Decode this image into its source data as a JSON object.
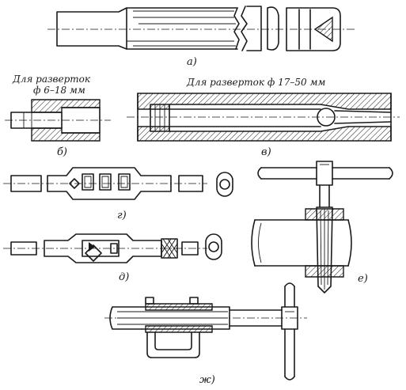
{
  "figure": {
    "captions": {
      "a": "а)",
      "b": "б)",
      "v": "в)",
      "g": "г)",
      "d": "д)",
      "e": "е)",
      "zh": "ж)"
    },
    "notes": {
      "small_reamers_line1": "Для разверток",
      "small_reamers_line2": "ф 6–18 мм",
      "large_reamers": "Для разверток ф 17–50 мм"
    }
  }
}
